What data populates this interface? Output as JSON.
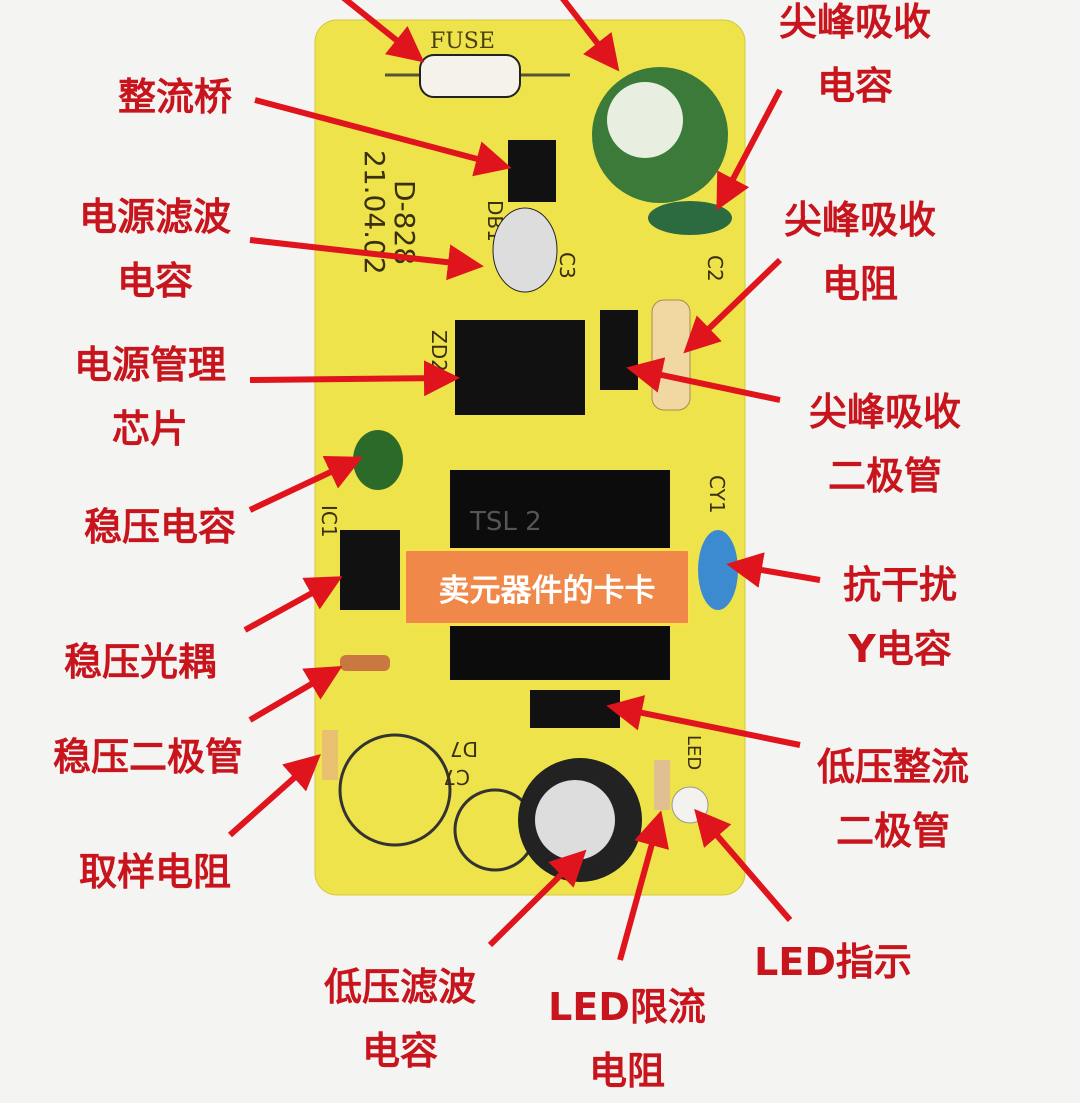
{
  "board_silkscreen": {
    "fuse": "FUSE",
    "date": "21.04.02",
    "model": "D-828",
    "db1": "DB1",
    "c3": "C3",
    "zd": "ZD2",
    "c2": "C2",
    "ic1": "IC1",
    "cy1": "CY1",
    "transformer": "TSL 2",
    "d7": "D7",
    "c7": "C7",
    "led": "LED"
  },
  "watermark": "卖元器件的卡卡",
  "labels": [
    {
      "id": "spike-cap",
      "lines": [
        "尖峰吸收",
        "电容"
      ]
    },
    {
      "id": "rectifier-bridge",
      "lines": [
        "整流桥"
      ]
    },
    {
      "id": "filter-cap",
      "lines": [
        "电源滤波",
        "电容"
      ]
    },
    {
      "id": "spike-res",
      "lines": [
        "尖峰吸收",
        "电阻"
      ]
    },
    {
      "id": "pm-chip",
      "lines": [
        "电源管理",
        "芯片"
      ]
    },
    {
      "id": "spike-diode",
      "lines": [
        "尖峰吸收",
        "二极管"
      ]
    },
    {
      "id": "reg-cap",
      "lines": [
        "稳压电容"
      ]
    },
    {
      "id": "y-cap",
      "lines": [
        "抗干扰",
        "Y电容"
      ]
    },
    {
      "id": "optocoupler",
      "lines": [
        "稳压光耦"
      ]
    },
    {
      "id": "zener",
      "lines": [
        "稳压二极管"
      ]
    },
    {
      "id": "lv-rect-diode",
      "lines": [
        "低压整流",
        "二极管"
      ]
    },
    {
      "id": "sample-res",
      "lines": [
        "取样电阻"
      ]
    },
    {
      "id": "led-ind",
      "lines": [
        "LED指示"
      ]
    },
    {
      "id": "lv-filter-cap",
      "lines": [
        "低压滤波",
        "电容"
      ]
    },
    {
      "id": "led-res",
      "lines": [
        "LED限流",
        "电阻"
      ]
    }
  ],
  "colors": {
    "label": "#c8141c",
    "board": "#eee34a",
    "arrow": "#e0141c"
  }
}
